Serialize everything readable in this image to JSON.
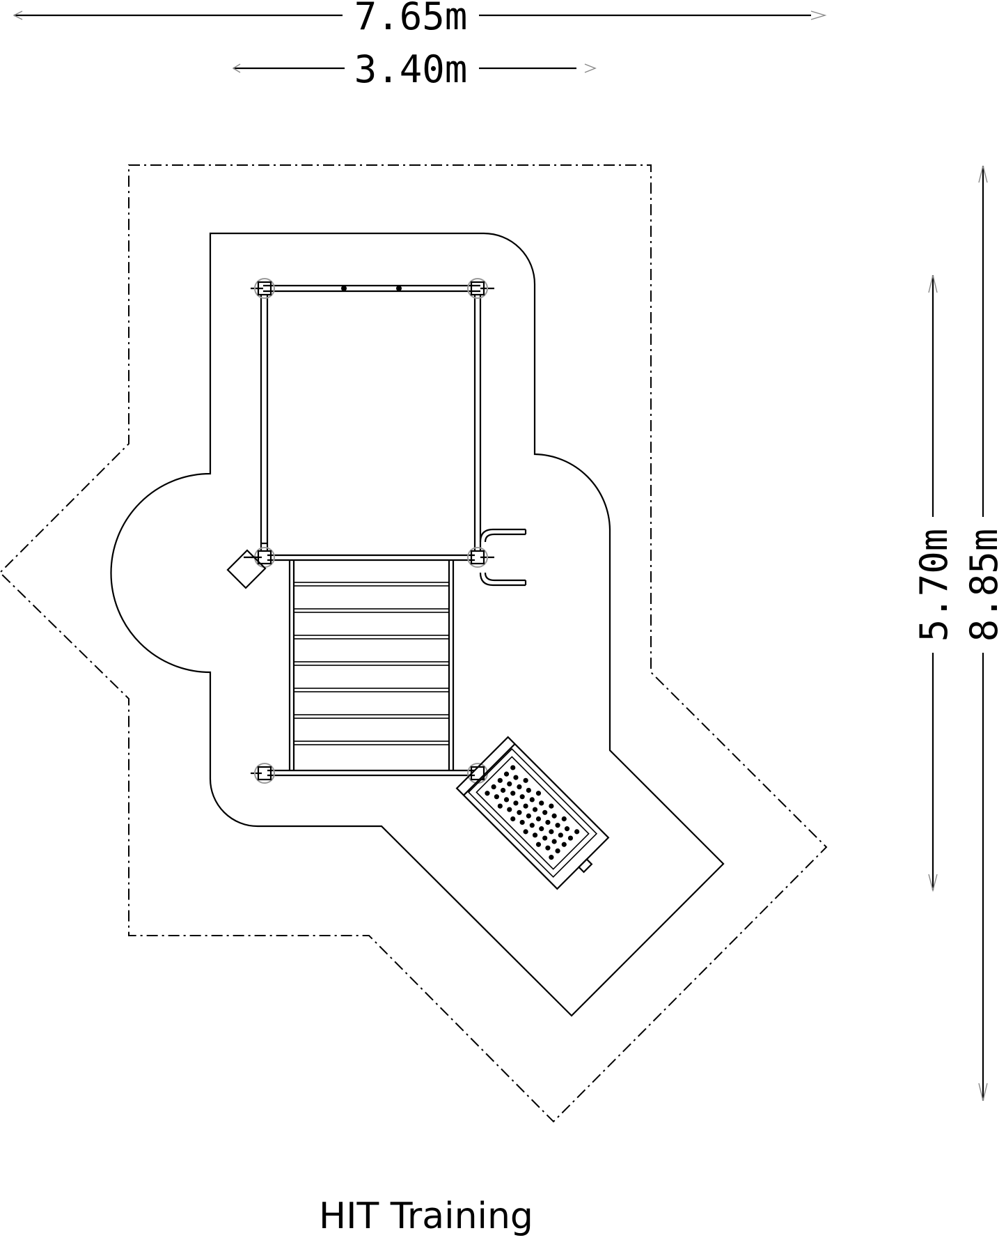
{
  "dimensions": {
    "outer_width": "7.65m",
    "inner_width": "3.40m",
    "inner_height": "5.70m",
    "outer_height": "8.85m"
  },
  "title": "HIT Training"
}
